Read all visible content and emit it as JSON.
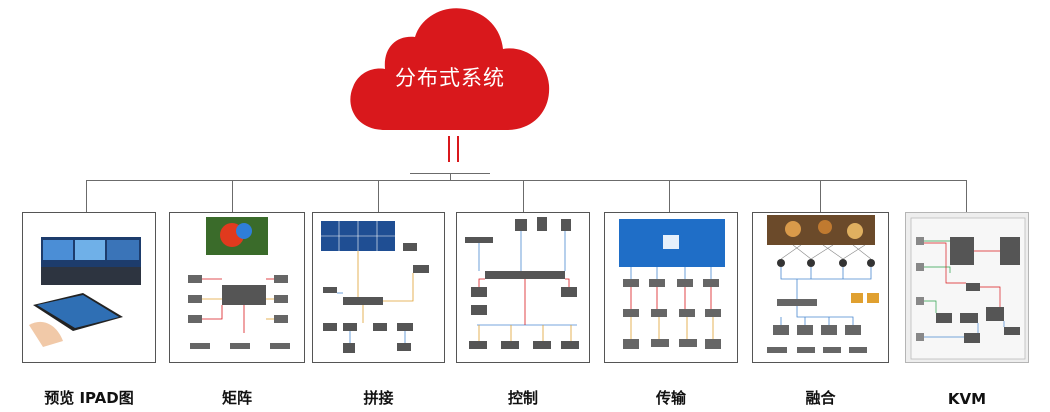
{
  "root": {
    "label": "分布式系统",
    "color": "#d9181c"
  },
  "branches": [
    {
      "id": "preview",
      "label": "预览 IPAD图"
    },
    {
      "id": "matrix",
      "label": "矩阵"
    },
    {
      "id": "splice",
      "label": "拼接"
    },
    {
      "id": "control",
      "label": "控制"
    },
    {
      "id": "transmission",
      "label": "传输"
    },
    {
      "id": "fusion",
      "label": "融合"
    },
    {
      "id": "kvm",
      "label": "KVM"
    }
  ]
}
